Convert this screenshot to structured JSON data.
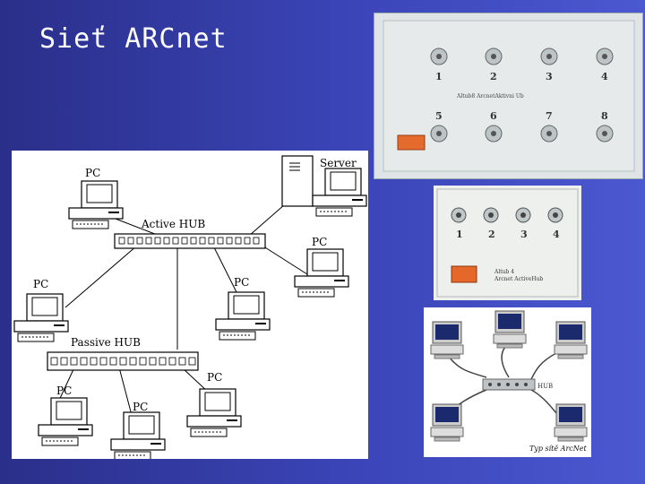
{
  "slide": {
    "title": "Sieť ARCnet"
  },
  "diagram": {
    "labels": {
      "server": "Server",
      "active_hub": "Active HUB",
      "passive_hub": "Passive HUB",
      "pc": "PC"
    }
  },
  "photo_active_hub_8": {
    "ports_top": [
      "1",
      "2",
      "3",
      "4"
    ],
    "ports_bottom": [
      "5",
      "6",
      "7",
      "8"
    ],
    "plate_text": "Altub8    ArcnetAktivni Ub"
  },
  "photo_active_hub_4": {
    "ports": [
      "1",
      "2",
      "3",
      "4"
    ],
    "plate_text_1": "Altub 4",
    "plate_text_2": "Arcnet ActiveHub"
  },
  "photo_topology": {
    "hub_label": "HUB",
    "caption": "Typ sítě ArcNet"
  },
  "colors": {
    "background": "#3b45b8",
    "title": "#ffffff"
  }
}
